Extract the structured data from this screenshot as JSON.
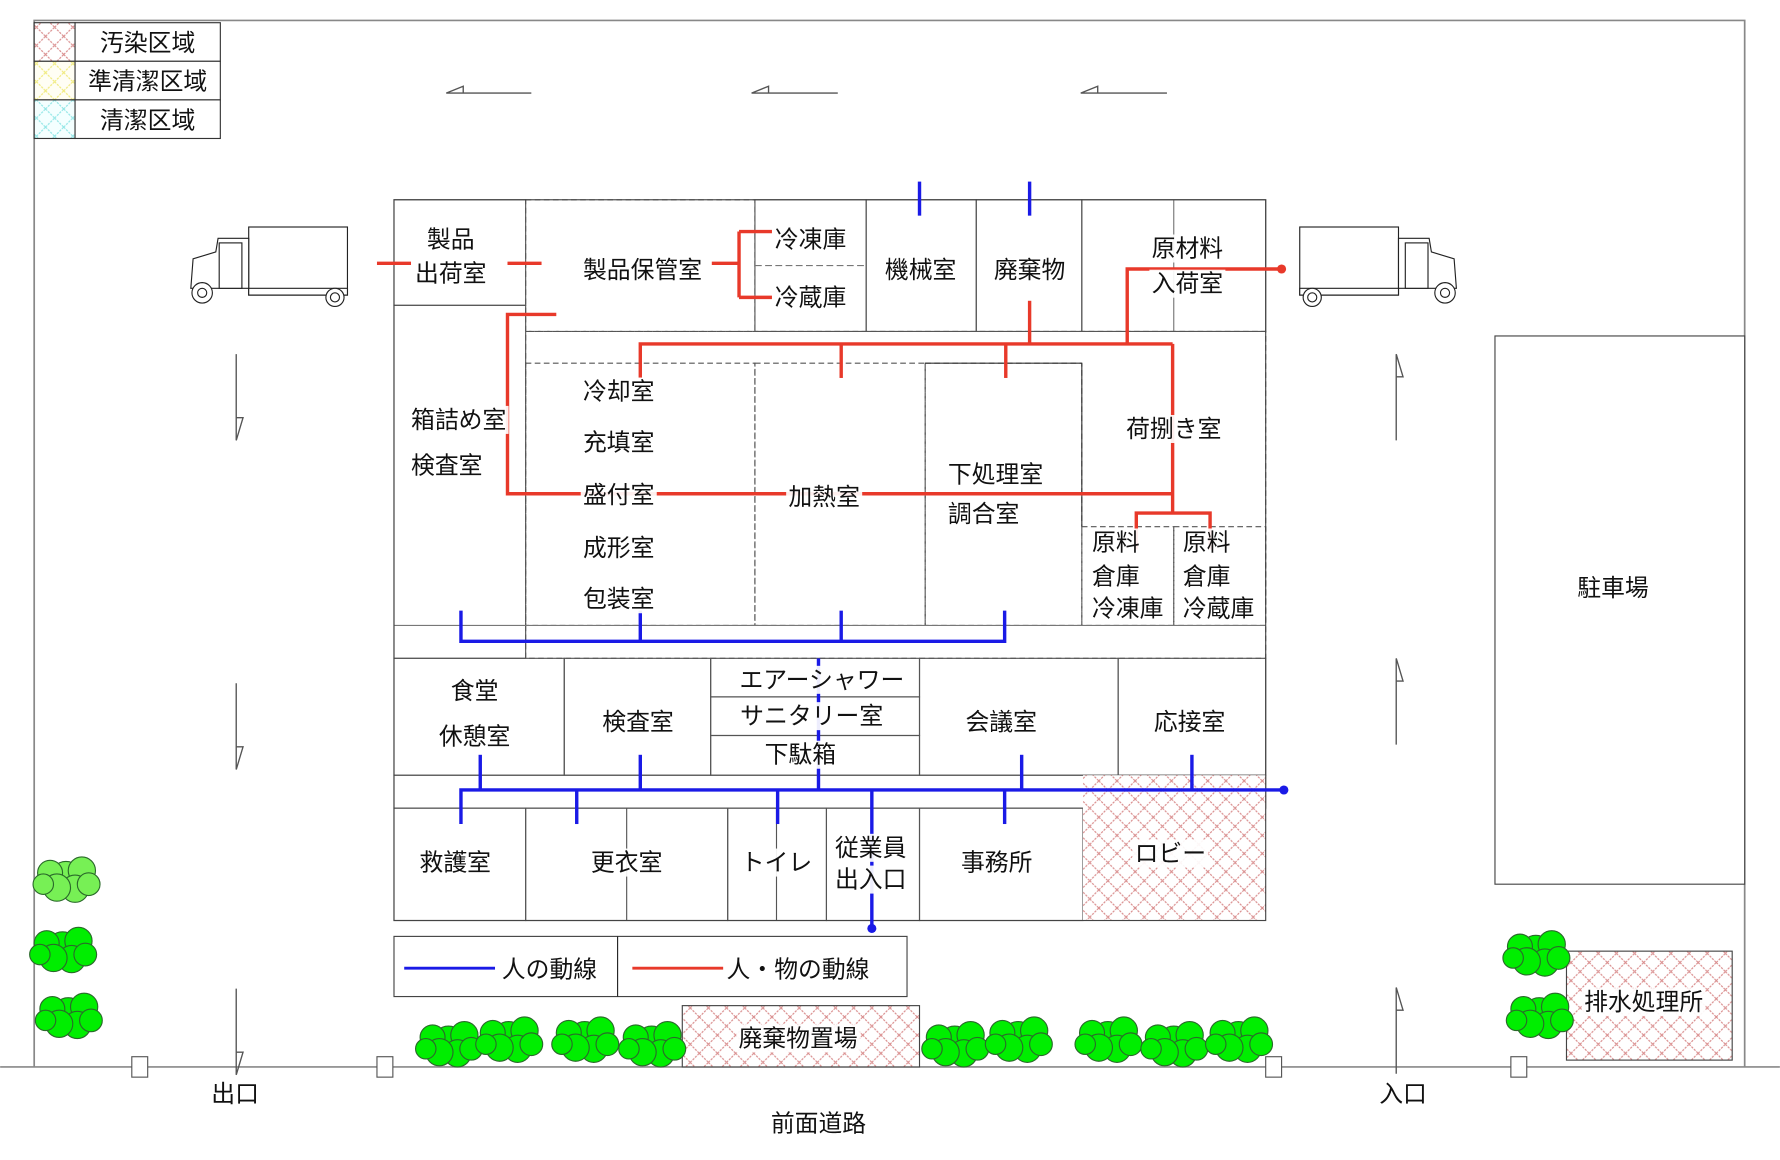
{
  "title": "食品工場 ゾーニング・動線図",
  "colors": {
    "contaminated": "#d98c8c",
    "semi_clean": "#f0ea7a",
    "clean": "#8fe6e6",
    "person_flow": "#1a1ae6",
    "person_goods_flow": "#e8392a",
    "tree": "#00ee00",
    "tree_light": "#77f055"
  },
  "zone_legend": [
    {
      "key": "contaminated",
      "label": "汚染区域"
    },
    {
      "key": "semi_clean",
      "label": "準清潔区域"
    },
    {
      "key": "clean",
      "label": "清潔区域"
    }
  ],
  "flow_legend": {
    "person": "人の動線",
    "person_goods": "人・物の動線"
  },
  "rooms": {
    "shipping": [
      "製品",
      "出荷室"
    ],
    "product_storage": "製品保管室",
    "freezer": "冷凍庫",
    "refrigerator": "冷蔵庫",
    "machine_room": "機械室",
    "waste": "廃棄物",
    "raw_receiving": [
      "原材料",
      "入荷室"
    ],
    "packing": [
      "箱詰め室",
      "検査室"
    ],
    "clean_rooms": [
      "冷却室",
      "充填室",
      "盛付室",
      "成形室",
      "包装室"
    ],
    "heating": "加熱室",
    "prep": [
      "下処理室",
      "調合室"
    ],
    "unloading": "荷捌き室",
    "raw_freezer": [
      "原料",
      "倉庫",
      "冷凍庫"
    ],
    "raw_fridge": [
      "原料",
      "倉庫",
      "冷蔵庫"
    ],
    "cafeteria": [
      "食堂",
      "休憩室"
    ],
    "inspection": "検査室",
    "air_shower": "エアーシャワー",
    "sanitary": "サニタリー室",
    "shoe_box": "下駄箱",
    "meeting": "会議室",
    "reception": "応接室",
    "first_aid": "救護室",
    "locker": "更衣室",
    "toilet": "トイレ",
    "staff_entrance": [
      "従業員",
      "出入口"
    ],
    "office": "事務所",
    "lobby": "ロビー"
  },
  "site": {
    "parking": "駐車場",
    "wastewater": "排水処理所",
    "waste_yard": "廃棄物置場",
    "exit": "出口",
    "entrance": "入口",
    "front_road": "前面道路"
  }
}
